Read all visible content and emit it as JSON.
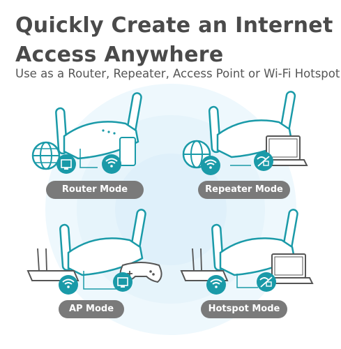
{
  "header": {
    "title_line1": "Quickly Create an Internet",
    "title_line2": "Access Anywhere",
    "subtitle": "Use as a Router, Repeater, Access Point or Wi-Fi Hotspot"
  },
  "modes": [
    {
      "label": "Router Mode"
    },
    {
      "label": "Repeater Mode"
    },
    {
      "label": "AP Mode"
    },
    {
      "label": "Hotspot Mode"
    }
  ],
  "colors": {
    "accent": "#1a9aa8",
    "pill": "#7a7a7a",
    "glow": "#dff2fb"
  },
  "icons": [
    "globe-icon",
    "ethernet-icon",
    "wifi-icon",
    "laptop-icon",
    "gamepad-icon",
    "router-device"
  ]
}
